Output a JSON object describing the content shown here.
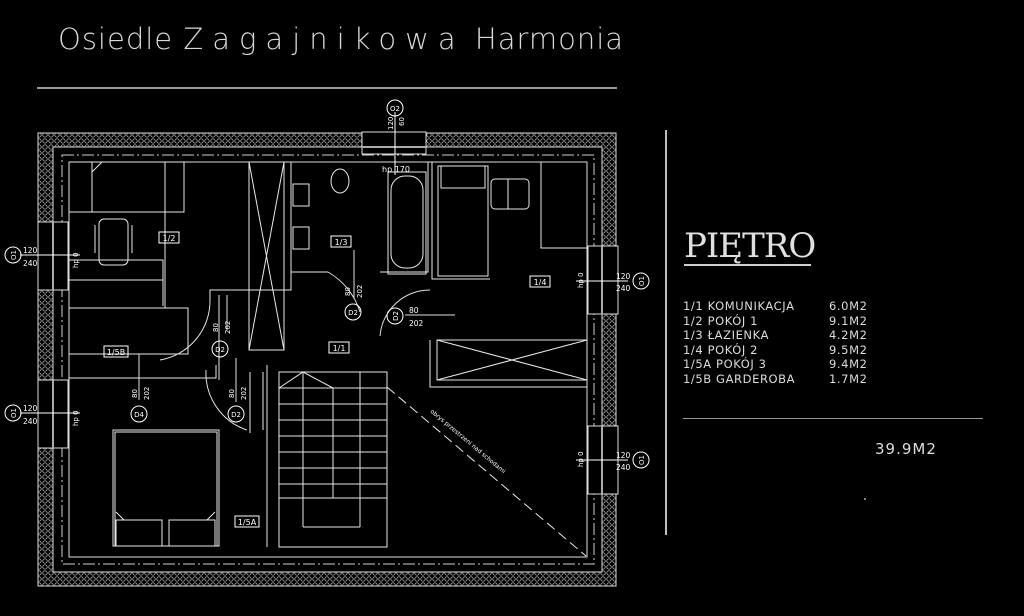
{
  "header": {
    "title_prefix": "Osiedle ",
    "title_spaced": "Zagajnikowa",
    "title_suffix": " Harmonia"
  },
  "legend": {
    "floor_title": "PIĘTRO",
    "rooms": [
      {
        "code_name": "1/1 KOMUNIKACJA",
        "area": "6.0M2"
      },
      {
        "code_name": "1/2 POKÓJ 1",
        "area": "9.1M2"
      },
      {
        "code_name": "1/3 ŁAZIENKA",
        "area": " 4.2M2"
      },
      {
        "code_name": "1/4 POKÓJ 2",
        "area": "9.5M2"
      },
      {
        "code_name": "1/5A POKÓJ 3",
        "area": "9.4M2"
      },
      {
        "code_name": "1/5B GARDEROBA",
        "area": "1.7M2"
      }
    ],
    "total_area": "39.9M2"
  },
  "plan": {
    "room_tags": {
      "r11": "1/1",
      "r12": "1/2",
      "r13": "1/3",
      "r14": "1/4",
      "r15a": "1/5A",
      "r15b": "1/5B"
    },
    "windows": {
      "o1": "O1",
      "o2": "O2",
      "width": "120",
      "height": "240",
      "o2_width": "120",
      "o2_height": "60",
      "sill": "hp 0",
      "sill_bath": "hp 170"
    },
    "doors": {
      "d2": "D2",
      "d4": "D4",
      "width": "80",
      "height": "202"
    },
    "annotation": "obrys przestrzeni nad schodami",
    "colors": {
      "background": "#000000",
      "lines": "#ffffff",
      "text": "#e6e6e6"
    }
  }
}
